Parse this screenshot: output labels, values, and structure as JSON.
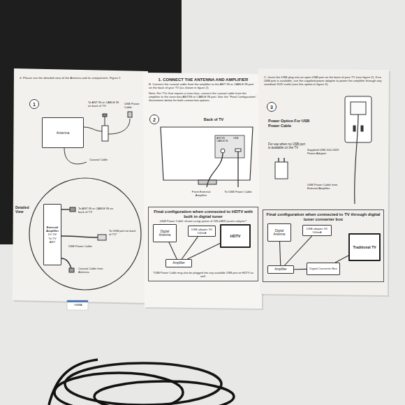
{
  "diagram": {
    "nodes": [
      {
        "text": [
          "4. Please see the detailed view of the Antenna and its components. Figure 1"
        ]
      },
      {
        "text": [
          "1"
        ],
        "in": 0
      },
      {
        "text": [
          "Antenna"
        ],
        "in": 0
      },
      {
        "text": [
          "External Amplifier",
          "DC 5V",
          "To TV",
          "ANT"
        ],
        "in": 0
      },
      {
        "text": [
          "1. CONNECT THE ANTENNA AND AMPLIFIER",
          "B. Connect the coaxial cable from the amplifier to the ANT IN or CABLE IN port on the back of your TV (as shown in figure 2).",
          "Note: For TVs that require a tuner box, connect the coaxial cable from the amplifier to the tuner box ANT/IN or CABLE IN port. See the \"Final Configuration\" illustrations below for both connection options."
        ]
      },
      {
        "text": [
          "2"
        ],
        "in": 4
      },
      {
        "text": [
          "Final configuration when connected to HDTV with built in digital tuner",
          "USB Power Cable shown using option of 100-240V power adapter*",
          "*USB Power Cable may also be plugged into any available USB port on HDTV as well."
        ],
        "in": 4
      },
      {
        "text": [
          "Digital Antenna"
        ],
        "in": 6
      },
      {
        "text": [
          "Amplifier"
        ],
        "in": 6
      },
      {
        "text": [
          "USB adapter 5V 100mA"
        ],
        "in": 6
      },
      {
        "text": [
          "HDTV"
        ],
        "in": 6
      },
      {
        "text": [
          "C. Insert the USB plug into an open USB port on the back of your TV (see figure 2). If no USB port is available, use the supplied power adapter to power the amplifier through any standard 110V outlet (see this option in figure 3)."
        ]
      },
      {
        "text": [
          "3"
        ],
        "in": 11
      },
      {
        "text": [
          "Final configuration when connected to TV through digital tuner converter box"
        ],
        "in": 11
      },
      {
        "text": [
          "Digital Antenna"
        ],
        "in": 13
      },
      {
        "text": [
          "Amplifier"
        ],
        "in": 13
      },
      {
        "text": [
          "USB adapter 5V 100mA"
        ],
        "in": 13
      },
      {
        "text": [
          "Digital Converter Box"
        ],
        "in": 13
      },
      {
        "text": [
          "Traditional TV"
        ],
        "in": 13
      }
    ],
    "edges": [
      {
        "from": 7,
        "to": 8,
        "arrow": "none"
      },
      {
        "from": 8,
        "to": 10,
        "arrow": "none"
      },
      {
        "from": 9,
        "to": 8,
        "arrow": "none"
      },
      {
        "from": 14,
        "to": 15,
        "arrow": "none"
      },
      {
        "from": 15,
        "to": 17,
        "arrow": "none"
      },
      {
        "from": 17,
        "to": 18,
        "arrow": "none"
      },
      {
        "from": 16,
        "to": 15,
        "arrow": "none"
      }
    ],
    "labels": [
      "To ANT IN or CABLE IN on back of TV",
      "USB Power Cable",
      "Coaxial Cable",
      "Detailed View",
      "To ANT IN or CABLE IN on back of TV",
      "To USB port on back of TV*",
      "USB Power Cable",
      "Coaxial Cable from Antenna",
      "9488A",
      "Back of TV",
      "ANT/IN CABLE IN",
      "USB",
      "From External Amplifier",
      "To USB Power Cable",
      "Power Option For USB Power Cable",
      "For use when no USB port is available on the TV",
      "Supplied USB 100-240V Power Adapter",
      "USB Power Cable from External Amplifier"
    ]
  }
}
